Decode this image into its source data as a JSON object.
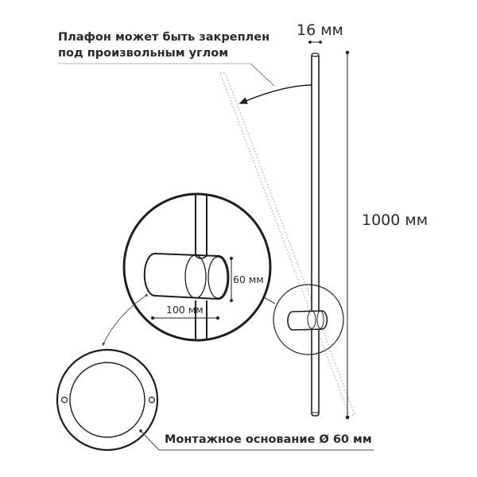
{
  "title": "Wall lamp dimensions diagram",
  "annotations": {
    "angle_note_line1": "Плафон может быть закреплен",
    "angle_note_line2": "под произвольным углом",
    "width_dim": "16 мм",
    "height_dim": "1000 мм",
    "mount_height_dim": "60 мм",
    "mount_length_dim": "100 мм",
    "base_label": "Монтажное основание Ø 60 мм"
  },
  "colors": {
    "line": "#1e1e1e",
    "leader": "#555555",
    "dotted": "#9a9a9a",
    "underline": "#bdbdbd"
  }
}
